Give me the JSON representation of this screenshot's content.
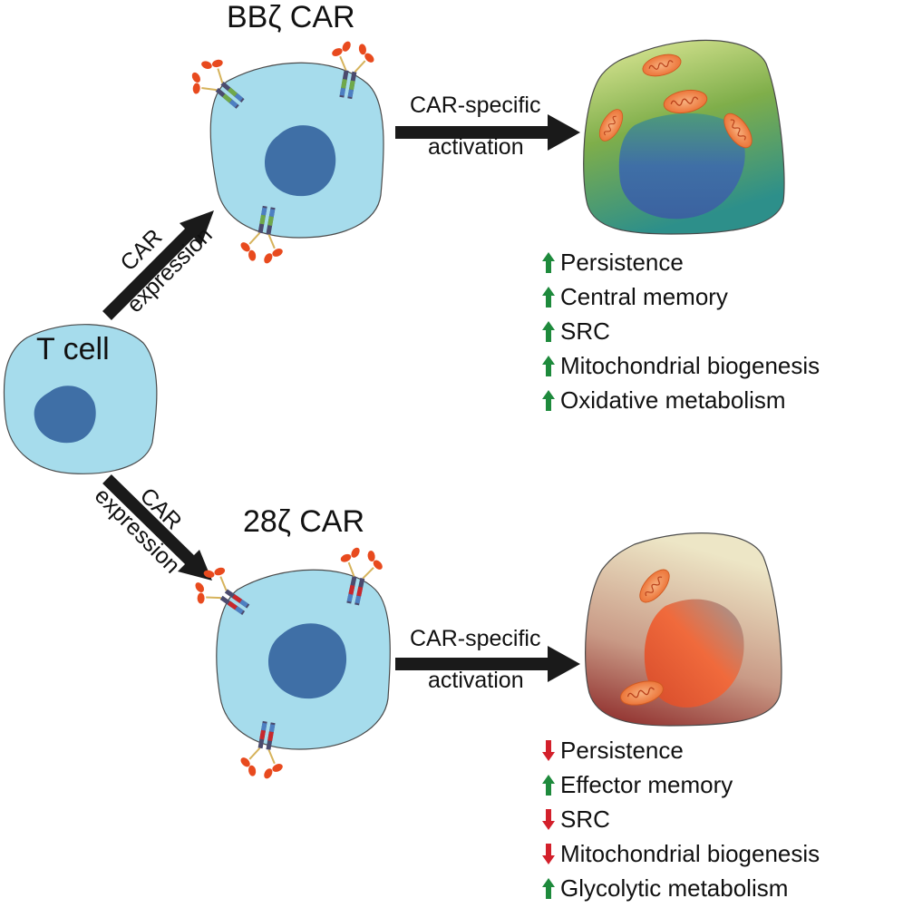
{
  "colors": {
    "cell_fill": "#a6dcec",
    "cell_stroke": "#4a4a4a",
    "nucleus": "#3f6fa6",
    "arrow": "#1a1a1a",
    "up_arrow": "#1e8a3c",
    "down_arrow": "#d3202b",
    "bb_cell_top": "#e4ec9c",
    "bb_cell_mid": "#7fae4a",
    "bb_cell_bottom": "#2d8f8a",
    "cd28_cell_top": "#ede6c6",
    "cd28_cell_bottom": "#8a2424",
    "mito": "#ee7a3a"
  },
  "tcell": {
    "label": "T cell"
  },
  "transitions": {
    "upper_expression": [
      "CAR",
      "expression"
    ],
    "lower_expression": [
      "CAR",
      "expression"
    ],
    "upper_activation": [
      "CAR-specific",
      "activation"
    ],
    "lower_activation": [
      "CAR-specific",
      "activation"
    ]
  },
  "bb_car": {
    "title": "BBζ CAR",
    "outcomes": [
      {
        "direction": "up",
        "text": "Persistence"
      },
      {
        "direction": "up",
        "text": "Central memory"
      },
      {
        "direction": "up",
        "text": "SRC"
      },
      {
        "direction": "up",
        "text": "Mitochondrial biogenesis"
      },
      {
        "direction": "up",
        "text": "Oxidative metabolism"
      }
    ]
  },
  "cd28_car": {
    "title": "28ζ CAR",
    "outcomes": [
      {
        "direction": "down",
        "text": "Persistence"
      },
      {
        "direction": "up",
        "text": "Effector memory"
      },
      {
        "direction": "down",
        "text": "SRC"
      },
      {
        "direction": "down",
        "text": "Mitochondrial biogenesis"
      },
      {
        "direction": "up",
        "text": "Glycolytic metabolism"
      }
    ]
  }
}
